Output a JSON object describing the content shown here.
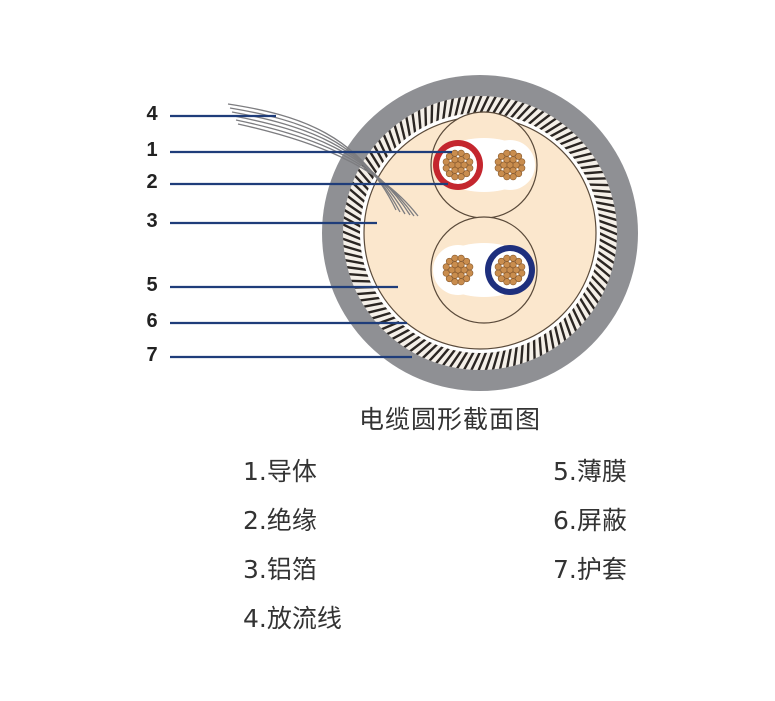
{
  "callouts": [
    "4",
    "1",
    "2",
    "3",
    "5",
    "6",
    "7"
  ],
  "caption": "电缆圆形截面图",
  "legend_left": [
    "1.导体",
    "2.绝缘",
    "3.铝箔",
    "4.放流线"
  ],
  "legend_right": [
    "5.薄膜",
    "6.屏蔽",
    "7.护套"
  ],
  "colors": {
    "sheath": "#8f9094",
    "filler": "#fbe7cd",
    "pair_foil": "#ffffff",
    "conductor": "#c98d4e",
    "insulation_red": "#c4262e",
    "insulation_blue": "#1e2f7d",
    "leader_line": "#1f3d7a",
    "braid_dark": "#2a2522"
  }
}
